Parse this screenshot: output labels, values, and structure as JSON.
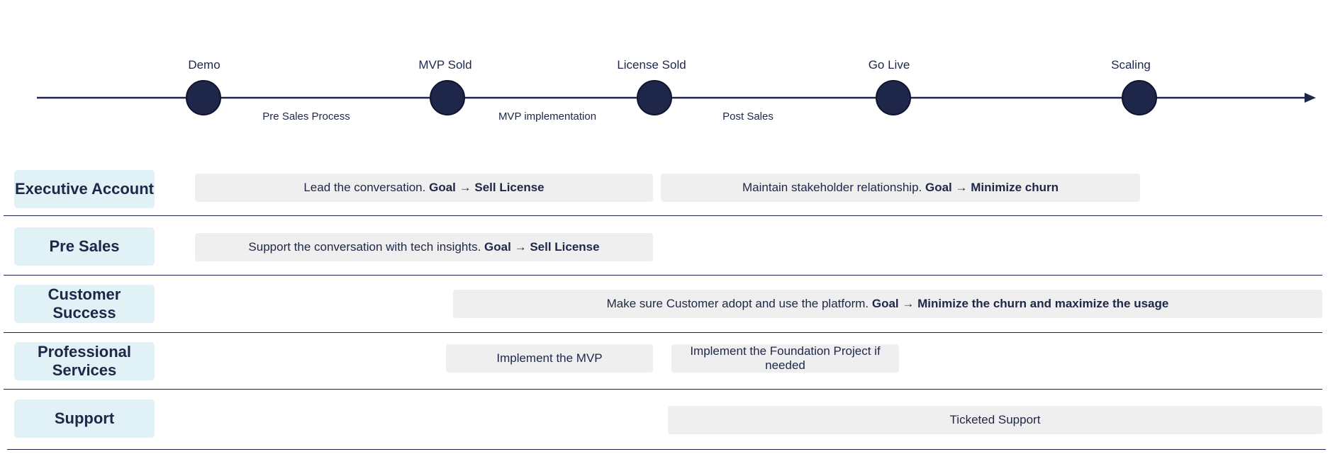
{
  "colors": {
    "navy": "#1e2749",
    "role_bg": "#e1f2f6",
    "task_bg": "#efefef"
  },
  "milestones": [
    "Demo",
    "MVP Sold",
    "License Sold",
    "Go Live",
    "Scaling"
  ],
  "phases": [
    "Pre Sales Process",
    "MVP implementation",
    "Post Sales"
  ],
  "roles": [
    "Executive Account",
    "Pre Sales",
    "Customer Success",
    "Professional Services",
    "Support"
  ],
  "goal_label": "Goal",
  "goal_arrow": "→",
  "tasks": {
    "exec_1": {
      "text": "Lead the conversation.",
      "goal": "Sell License"
    },
    "exec_2": {
      "text": "Maintain stakeholder relationship.",
      "goal": "Minimize churn"
    },
    "presales_1": {
      "text": "Support the conversation with tech insights.",
      "goal": "Sell License"
    },
    "cs_1": {
      "text": "Make sure Customer adopt and use the platform.",
      "goal": "Minimize the churn and maximize the usage"
    },
    "ps_1": {
      "text": "Implement the MVP"
    },
    "ps_2": {
      "text": "Implement the Foundation Project if needed"
    },
    "support_1": {
      "text": "Ticketed Support"
    }
  }
}
